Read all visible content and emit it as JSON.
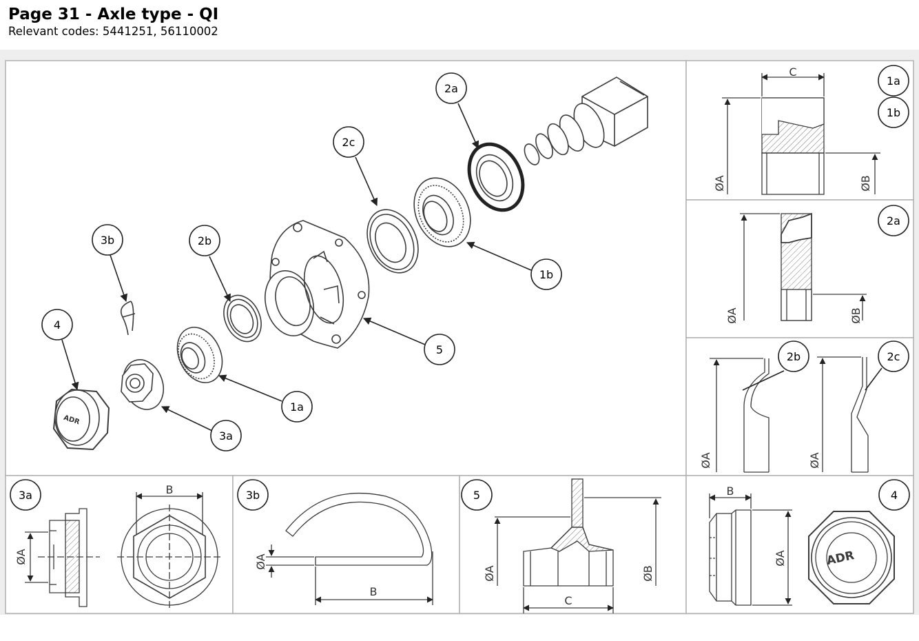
{
  "header": {
    "title": "Page 31 - Axle type - QI",
    "codes": "Relevant codes: 5441251, 56110002"
  },
  "callouts": {
    "c1a": "1a",
    "c1b": "1b",
    "c2a": "2a",
    "c2b": "2b",
    "c2c": "2c",
    "c3a": "3a",
    "c3b": "3b",
    "c4": "4",
    "c5": "5"
  },
  "dims": {
    "A": "ØA",
    "B": "ØB",
    "Bplain": "B",
    "C": "C"
  },
  "brand": "ADR",
  "colors": {
    "line": "#3a3a3a",
    "band": "#eeeeee",
    "panel": "#ffffff",
    "border": "#aaaaaa"
  }
}
